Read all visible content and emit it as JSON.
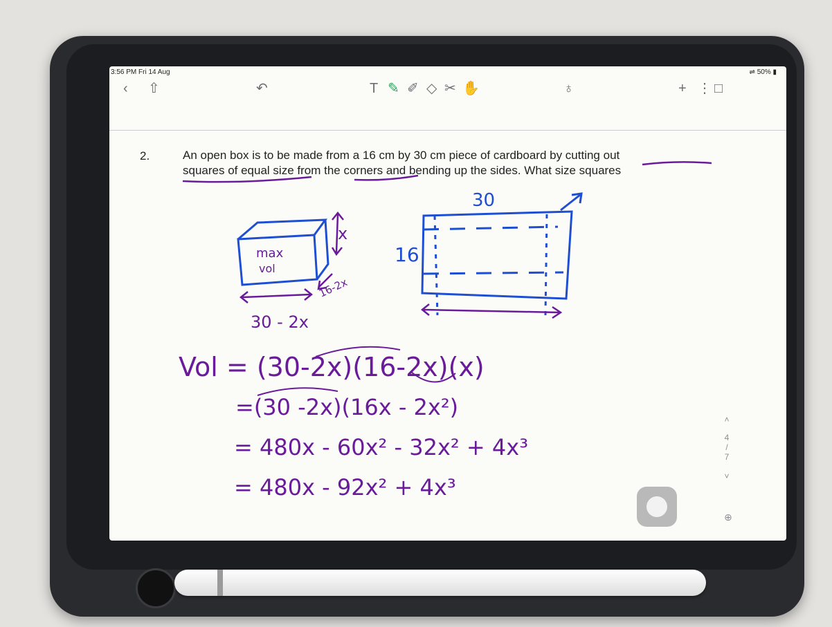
{
  "status": {
    "time": "3:56 PM  Fri 14 Aug",
    "battery": "⇌ 50% ▮"
  },
  "toolbar": {
    "back": "‹",
    "share": "⇧",
    "undo": "↶",
    "tools": [
      "T",
      "✎",
      "✐",
      "◇",
      "✂",
      "✋"
    ],
    "mic": "♁",
    "add": "+",
    "more": "⋮",
    "pages": "□"
  },
  "question": {
    "number": "2.",
    "line1": "An open box is to be made from a 16 cm by 30 cm piece of cardboard by cutting out",
    "line2": "squares of equal size from the corners and bending up the sides. What size squares"
  },
  "handwriting": {
    "box_height": "x",
    "box_width": "30 - 2x",
    "box_depth": "16-2x",
    "box_label_line1": "max",
    "box_label_line2": "vol",
    "sheet_width": "30",
    "sheet_height": "16",
    "eq1": "Vol = (30-2x)(16-2x)(x)",
    "eq2": "=(30 -2x)(16x - 2x²)",
    "eq3": "= 480x - 60x² - 32x² + 4x³",
    "eq4": "= 480x  - 92x² + 4x³"
  },
  "page_nav": {
    "up": "˄",
    "current": "4",
    "slash": "/",
    "total": "7",
    "down": "˅"
  },
  "zoom": "⊕",
  "colors": {
    "ink_purple": "#6a1b9a",
    "ink_blue": "#1e4fd1",
    "case": "#2a2b2e"
  }
}
